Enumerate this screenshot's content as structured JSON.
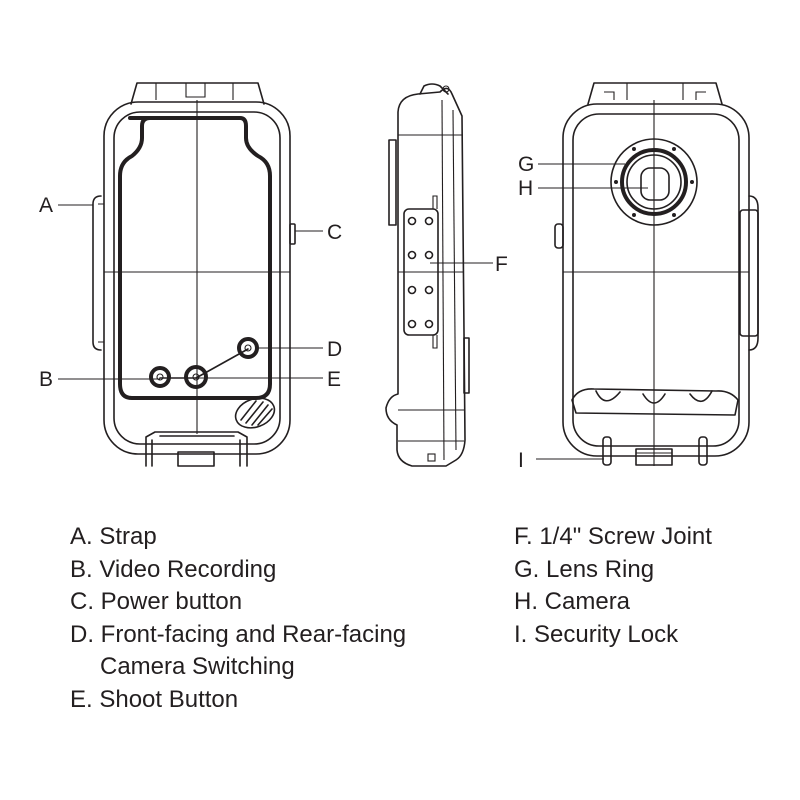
{
  "diagram": {
    "title": "Waterproof phone case component diagram",
    "views": [
      "front",
      "side",
      "back"
    ],
    "callouts": {
      "A": "A",
      "B": "B",
      "C": "C",
      "D": "D",
      "E": "E",
      "F": "F",
      "G": "G",
      "H": "H",
      "I": "I"
    }
  },
  "legend": {
    "left": [
      {
        "letter": "A",
        "text": "A. Strap"
      },
      {
        "letter": "B",
        "text": "B. Video Recording"
      },
      {
        "letter": "C",
        "text": "C. Power button"
      },
      {
        "letter": "D",
        "text": "D. Front-facing and Rear-facing",
        "continuation": "Camera Switching"
      },
      {
        "letter": "E",
        "text": "E. Shoot Button"
      }
    ],
    "right": [
      {
        "letter": "F",
        "text": "F. 1/4\" Screw Joint"
      },
      {
        "letter": "G",
        "text": "G. Lens Ring"
      },
      {
        "letter": "H",
        "text": "H. Camera"
      },
      {
        "letter": "I",
        "text": "I. Security Lock"
      }
    ]
  }
}
